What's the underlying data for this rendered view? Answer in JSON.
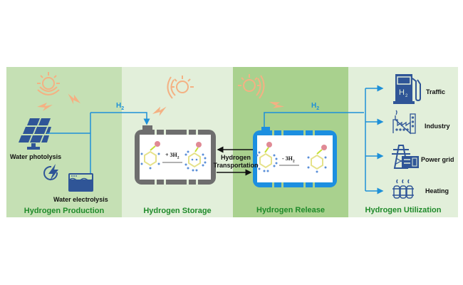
{
  "stages": [
    {
      "label": "Hydrogen Production",
      "color": "#c5e0b4"
    },
    {
      "label": "Hydrogen Storage",
      "color": "#e2efda"
    },
    {
      "label": "Hydrogen Release",
      "color": "#a9d18e"
    },
    {
      "label": "Hydrogen Utilization",
      "color": "#e2efda"
    }
  ],
  "production": {
    "photolysis_label": "Water photolysis",
    "electrolysis_label": "Water electrolysis"
  },
  "flows": {
    "h2_label_1": "H2",
    "h2_label_2": "H2"
  },
  "storage": {
    "reaction_label": "+ 3H2"
  },
  "release": {
    "reaction_label": "- 3H2"
  },
  "transport": {
    "line1": "Hydrogen",
    "line2": "Transportation"
  },
  "utilization": {
    "items": [
      {
        "label": "Traffic",
        "icon": "fuel-pump-h2-icon"
      },
      {
        "label": "Industry",
        "icon": "factory-icon"
      },
      {
        "label": "Power grid",
        "icon": "power-tower-icon"
      },
      {
        "label": "Heating",
        "icon": "radiator-icon"
      }
    ]
  },
  "colors": {
    "label_green": "#1f8a2a",
    "pipe_blue": "#1e90d8",
    "icon_blue": "#2f5597",
    "sun_orange": "#f4b183",
    "tank_gray": "#6e6e6e",
    "tank_blue": "#1c8fe0"
  }
}
